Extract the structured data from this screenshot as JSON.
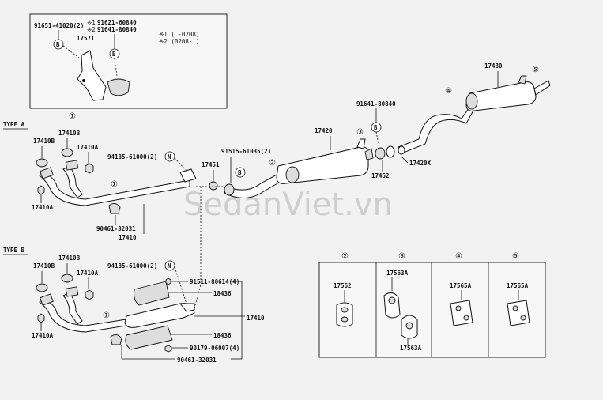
{
  "watermark": "SedanViet.vn",
  "inset": {
    "parts": {
      "p91651": "91651-41020(2)",
      "p17571": "17571",
      "p91621": "91621-60840",
      "p91641": "91641-80840"
    },
    "notes": [
      "※1 (      -0208)",
      "※2 (0208-      )"
    ],
    "marks": {
      "m1": "※1",
      "m2": "※2"
    },
    "badge_b": "B",
    "circle": "①"
  },
  "type_a": {
    "title": "TYPE A",
    "parts": {
      "p17410b_l": "17410B",
      "p17410b_r": "17410B",
      "p17410a_r": "17410A",
      "p17410a_l": "17410A",
      "p94185": "94185-61000(2)",
      "p90461": "90461-32031",
      "p17410": "17410",
      "p17451": "17451",
      "p91515": "91515-61035(2)",
      "p17420": "17420",
      "p91641": "91641-80840",
      "p17452": "17452",
      "p17420x": "17420X",
      "p17430": "17430"
    },
    "badge_n": "N",
    "badge_b": "B",
    "circles": {
      "c1": "①",
      "c2": "②",
      "c3": "③",
      "c4": "④",
      "c5": "⑤"
    }
  },
  "type_b": {
    "title": "TYPE B",
    "parts": {
      "p17410b_l": "17410B",
      "p17410b_r": "17410B",
      "p17410a_r": "17410A",
      "p17410a_l": "17410A",
      "p94185": "94185-61000(2)",
      "p91511": "91511-80614(4)",
      "p18436a": "18436",
      "p17410": "17410",
      "p18436b": "18436",
      "p90179": "90179-06007(4)",
      "p90461": "90461-32031"
    },
    "badge_n": "N",
    "circle": "①"
  },
  "mounts": [
    {
      "circle": "②",
      "part": "17562"
    },
    {
      "circle": "③",
      "part": "17563A",
      "part2": "17563A"
    },
    {
      "circle": "④",
      "part": "17565A"
    },
    {
      "circle": "⑤",
      "part": "17565A"
    }
  ]
}
